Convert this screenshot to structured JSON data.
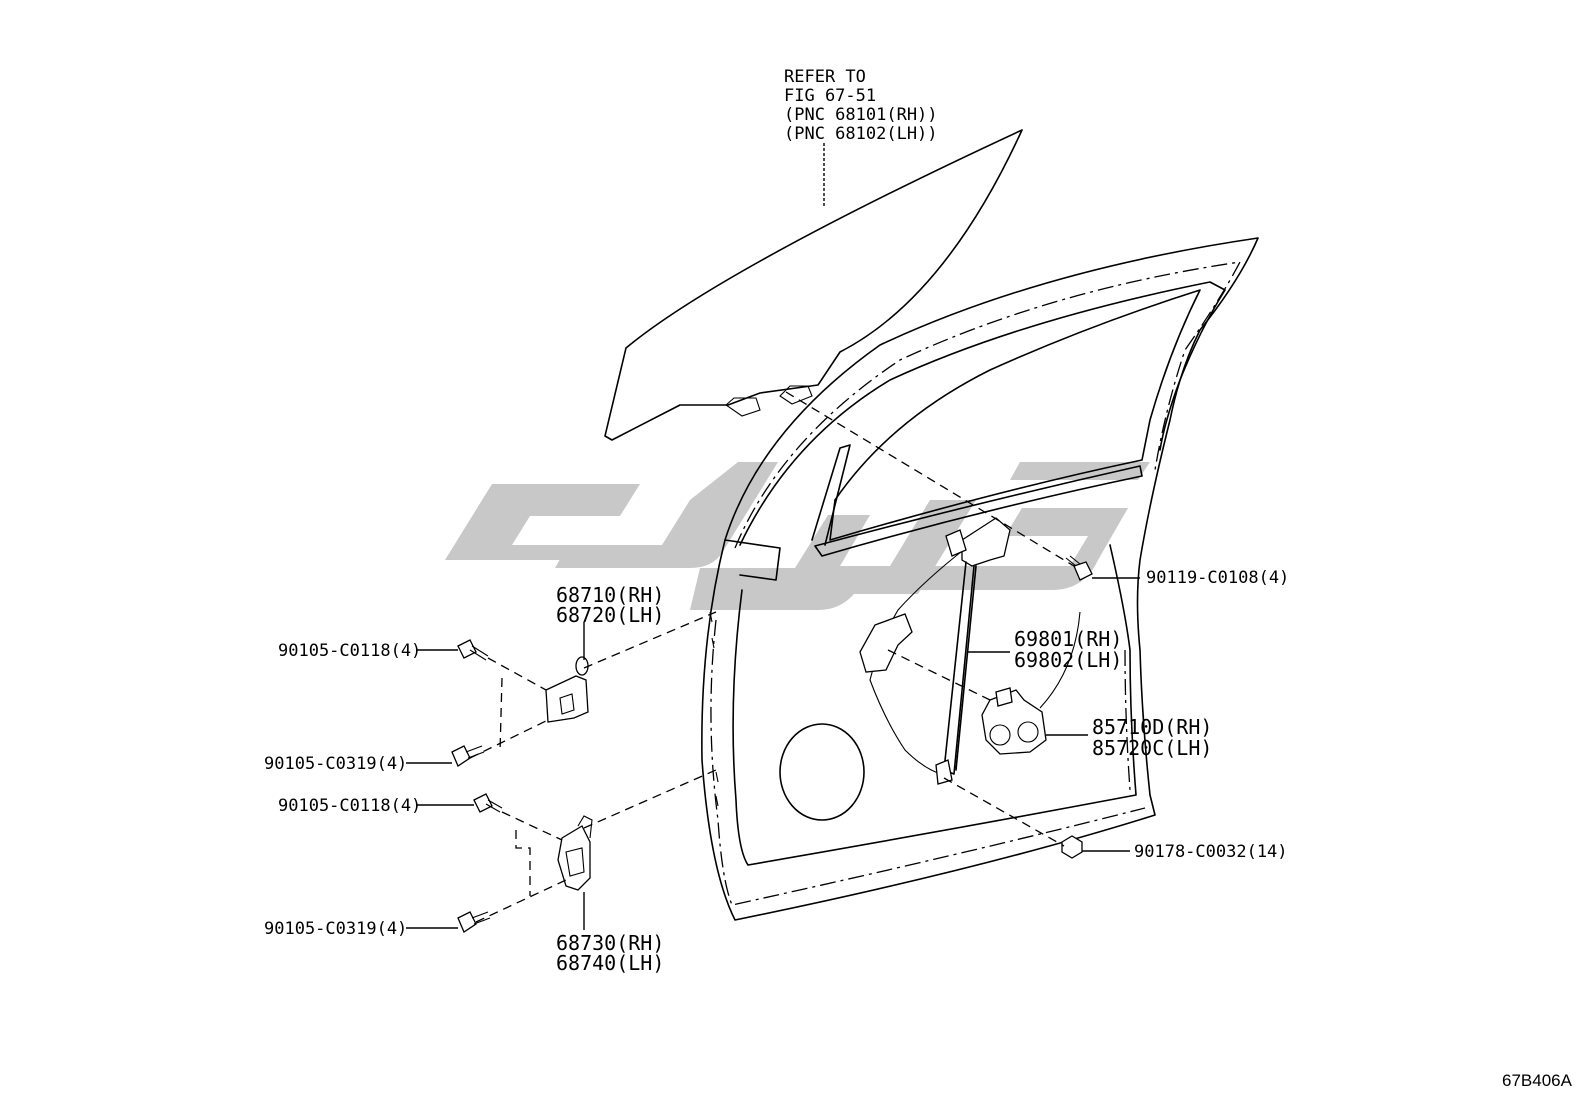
{
  "diagram": {
    "reference_note": [
      "REFER TO",
      "FIG 67-51",
      "(PNC 68101(RH))",
      "(PNC 68102(LH))"
    ],
    "drawing_code": "67B406A",
    "labels": {
      "upper_hinge": [
        "68710(RH)",
        "68720(LH)"
      ],
      "lower_hinge": [
        "68730(RH)",
        "68740(LH)"
      ],
      "regulator": [
        "69801(RH)",
        "69802(LH)"
      ],
      "motor": [
        "85710D(RH)",
        "85720C(LH)"
      ],
      "bolt_upper_a": "90105-C0118(4)",
      "bolt_upper_b": "90105-C0319(4)",
      "bolt_lower_a": "90105-C0118(4)",
      "bolt_lower_b": "90105-C0319(4)",
      "bolt_regulator": "90119-C0108(4)",
      "nut_regulator": "90178-C0032(14)"
    }
  }
}
